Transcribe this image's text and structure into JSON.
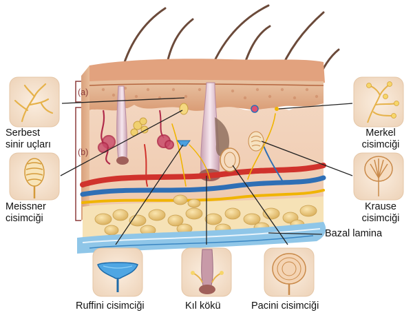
{
  "labels": {
    "serbest_line1": "Serbest",
    "serbest_line2": "sinir uçları",
    "meissner_line1": "Meissner",
    "meissner_line2": "cisimciği",
    "merkel_line1": "Merkel",
    "merkel_line2": "cisimciği",
    "krause_line1": "Krause",
    "krause_line2": "cisimciği",
    "bazal_lamina": "Bazal lamina",
    "ruffini": "Ruffini cisimciği",
    "kil_koku": "Kıl kökü",
    "pacini": "Pacini cisimciği",
    "bracket_a": "(a)",
    "bracket_b": "(b)"
  },
  "colors": {
    "epidermis": "#e8b48e",
    "dermis": "#f2d2b8",
    "fat": "#e9c77a",
    "artery": "#d0322c",
    "vein": "#2f6fb5",
    "nerve": "#f0b400",
    "bracket": "#8b3a3a"
  },
  "icons": [
    "free-nerve-ending-icon",
    "meissner-corpuscle-icon",
    "merkel-disc-icon",
    "krause-bulb-icon",
    "ruffini-ending-icon",
    "hair-root-icon",
    "pacinian-corpuscle-icon"
  ]
}
